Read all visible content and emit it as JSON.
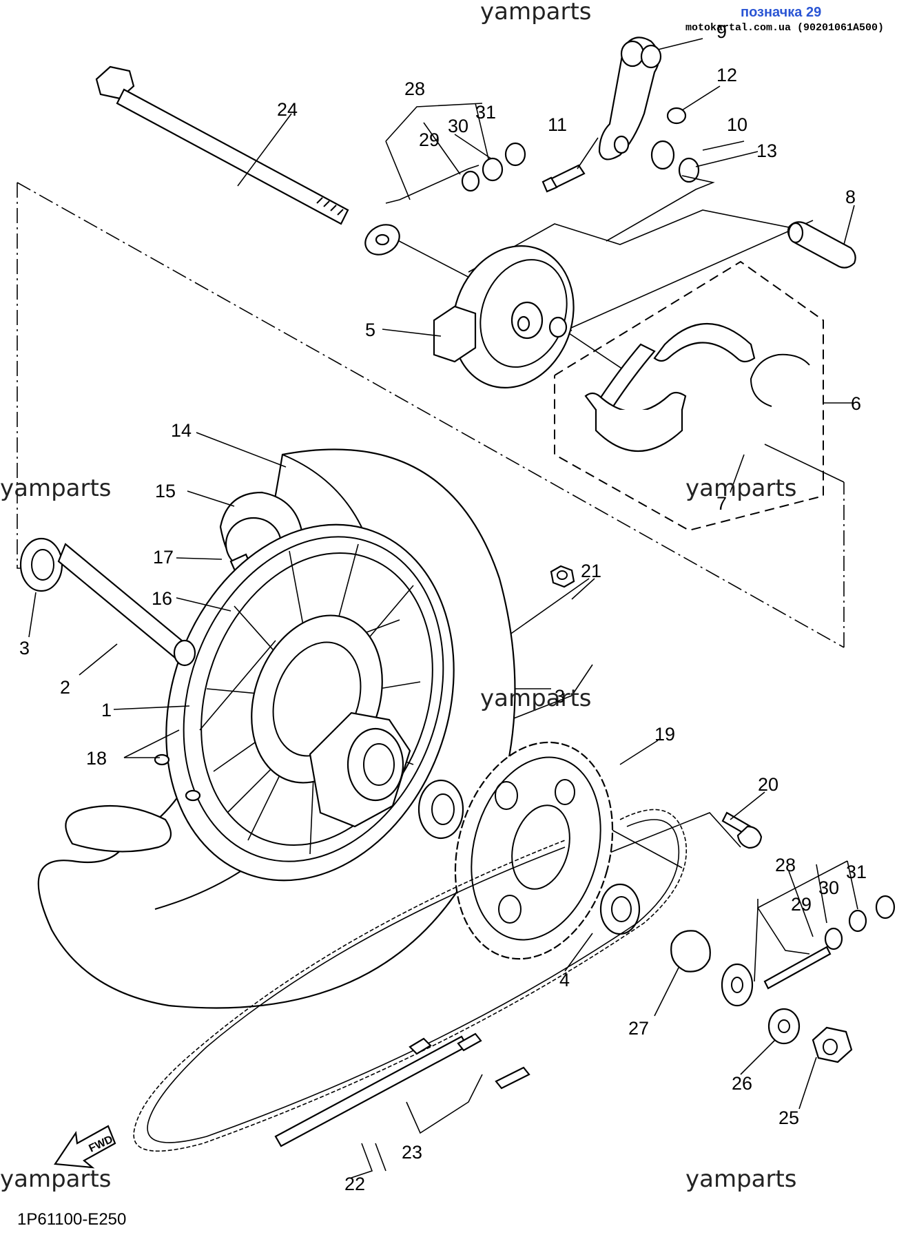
{
  "watermarks": [
    "yamparts",
    "yamparts",
    "yamparts",
    "yamparts",
    "yamparts",
    "yamparts"
  ],
  "note": {
    "line1": "позначка 29",
    "line2": "motokartal.com.ua (90201061A500)"
  },
  "diagram_code": "1P61100-E250",
  "fwd_label": "FWD",
  "labels": {
    "n1": "1",
    "n2": "2",
    "n3a": "3",
    "n3b": "3",
    "n4": "4",
    "n5": "5",
    "n6": "6",
    "n7": "7",
    "n8": "8",
    "n9": "9",
    "n10": "10",
    "n11": "11",
    "n12": "12",
    "n13": "13",
    "n14": "14",
    "n15": "15",
    "n16": "16",
    "n17": "17",
    "n18": "18",
    "n19": "19",
    "n20": "20",
    "n21": "21",
    "n22": "22",
    "n23": "23",
    "n24": "24",
    "n25": "25",
    "n26": "26",
    "n27": "27",
    "n28a": "28",
    "n28b": "28",
    "n29a": "29",
    "n29b": "29",
    "n30a": "30",
    "n30b": "30",
    "n31a": "31",
    "n31b": "31"
  }
}
